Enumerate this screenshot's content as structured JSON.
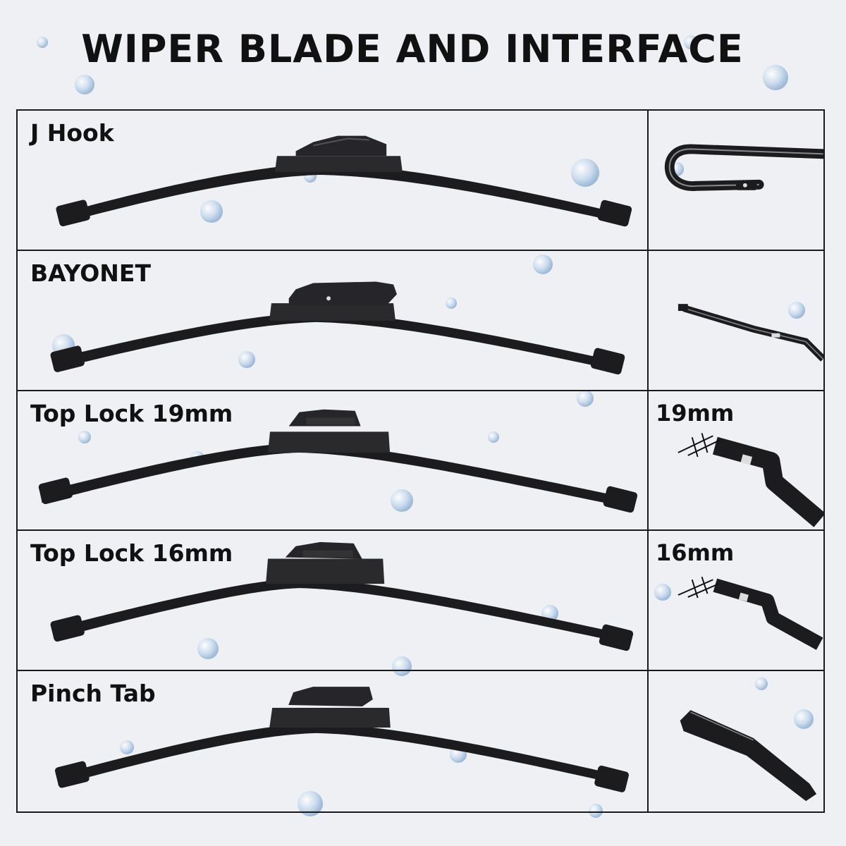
{
  "title": "WIPER BLADE AND INTERFACE",
  "rows": [
    {
      "label": "J Hook",
      "size": ""
    },
    {
      "label": "BAYONET",
      "size": ""
    },
    {
      "label": "Top Lock 19mm",
      "size": "19mm"
    },
    {
      "label": "Top Lock 16mm",
      "size": "16mm"
    },
    {
      "label": "Pinch Tab",
      "size": ""
    }
  ],
  "colors": {
    "blade": "#1c1c1e",
    "line": "#1a1a1a",
    "drop": "#b9cde3"
  }
}
